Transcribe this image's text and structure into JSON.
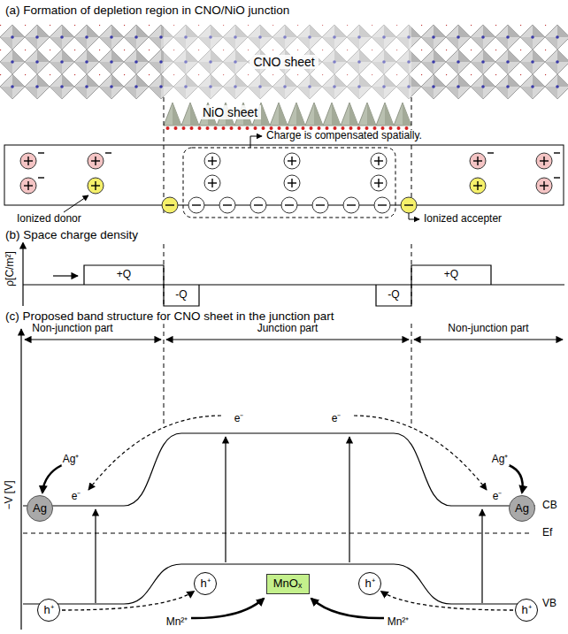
{
  "diagram": {
    "nodes": [
      {
        "text": [
          "CNO sheet"
        ]
      },
      {
        "text": [
          "NiO sheet"
        ]
      },
      {
        "text": [
          "Ag"
        ]
      },
      {
        "text": [
          "Ag"
        ]
      },
      {
        "text": [
          "h⁺"
        ]
      },
      {
        "text": [
          "h⁺"
        ]
      },
      {
        "text": [
          "MnOₓ"
        ]
      },
      {
        "text": [
          "h⁺"
        ]
      },
      {
        "text": [
          "h⁺"
        ]
      }
    ],
    "edges": [
      {
        "from": 4,
        "to": 5,
        "arrow": "to"
      },
      {
        "from": 8,
        "to": 7,
        "arrow": "to"
      }
    ],
    "labels": [
      "(a) Formation of depletion region in CNO/NiO junction",
      "Charge is compensated spatially.",
      "Ionized donor",
      "Ionized accepter",
      "(b) Space charge density",
      "ρ[C/m²]",
      "+Q",
      "-Q",
      "-Q",
      "+Q",
      "(c) Proposed band structure for CNO sheet in the junction part",
      "−V [V]",
      "Non-junction part",
      "Junction part",
      "Non-junction part",
      "Ag⁺",
      "e⁻",
      "e⁻",
      "e⁻",
      "Ag⁺",
      "e⁻",
      "CB",
      "Ef",
      "VB",
      "Mn²⁺",
      "Mn²⁺"
    ]
  }
}
